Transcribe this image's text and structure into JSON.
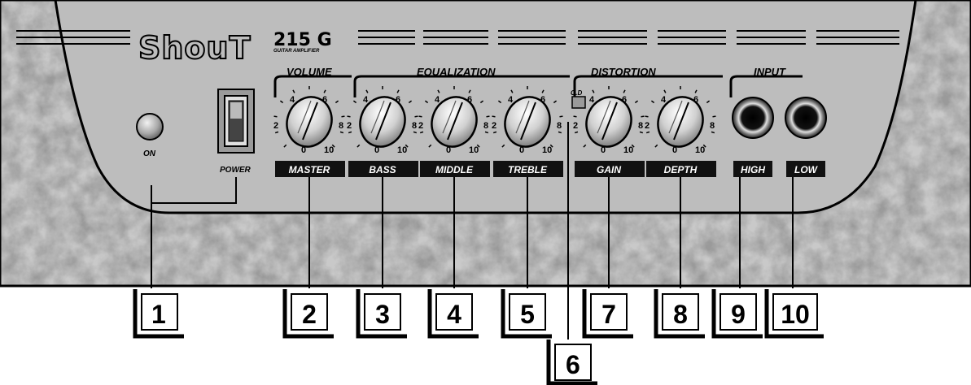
{
  "brand": {
    "name": "ShouT",
    "model": "215 G",
    "subtitle": "GUITAR AMPLIFIER"
  },
  "sections": {
    "volume": "VOLUME",
    "equalization": "EQUALIZATION",
    "distortion": "DISTORTION",
    "input": "INPUT"
  },
  "indicators": {
    "on": "ON",
    "power": "POWER",
    "od": "O.D"
  },
  "knobs": [
    {
      "label": "MASTER",
      "callout": "2"
    },
    {
      "label": "BASS",
      "callout": "3"
    },
    {
      "label": "MIDDLE",
      "callout": "4"
    },
    {
      "label": "TREBLE",
      "callout": "5"
    },
    {
      "label": "GAIN",
      "callout": "7"
    },
    {
      "label": "DEPTH",
      "callout": "8"
    }
  ],
  "scale_marks": [
    "0",
    "2",
    "4",
    "6",
    "8",
    "10"
  ],
  "inputs": [
    {
      "label": "HIGH",
      "callout": "9"
    },
    {
      "label": "LOW",
      "callout": "10"
    }
  ],
  "callouts": {
    "power": "1",
    "od": "6"
  },
  "colors": {
    "panel": "#bdbdbd",
    "label_bar": "#111111",
    "texture": "#5a5a5a"
  }
}
